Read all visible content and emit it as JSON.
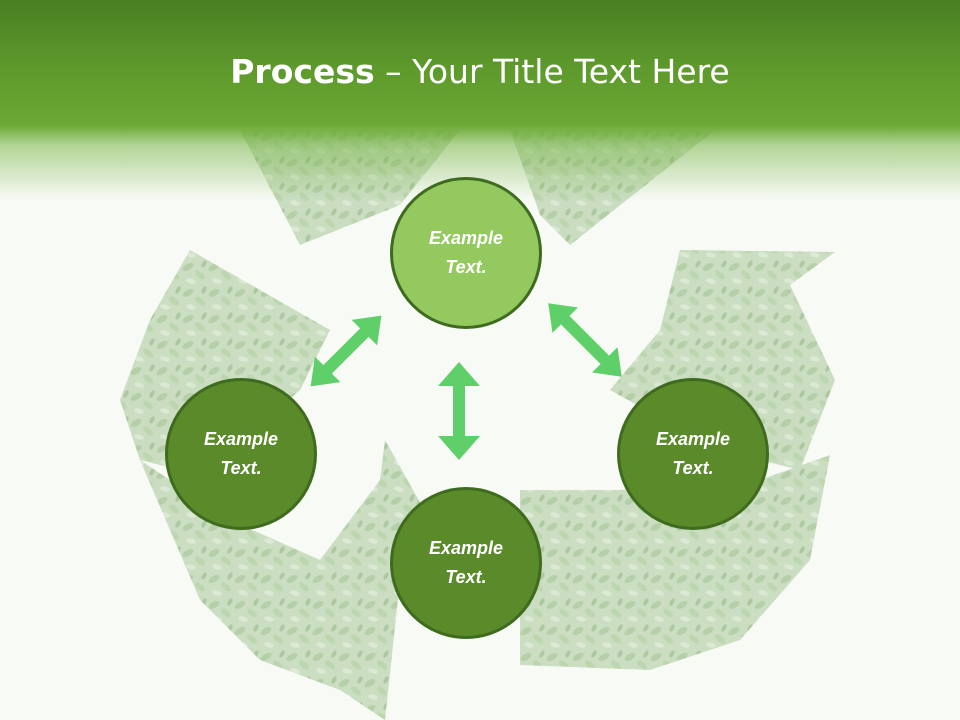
{
  "slide": {
    "title_bold": "Process",
    "title_rest": " – Your Title Text Here"
  },
  "nodes": [
    {
      "id": "top",
      "line1": "Example",
      "line2": "Text."
    },
    {
      "id": "left",
      "line1": "Example",
      "line2": "Text."
    },
    {
      "id": "bottom",
      "line1": "Example",
      "line2": "Text."
    },
    {
      "id": "right",
      "line1": "Example",
      "line2": "Text."
    }
  ],
  "colors": {
    "header_green": "#5e9a2c",
    "node_light": "#93c95f",
    "node_dark": "#5a8a2a",
    "node_border": "#3f6b1f",
    "arrow_green": "#5fcf6a",
    "recycle_leaf": "#b9d3ad"
  },
  "background": {
    "icon": "recycle-symbol-leaf-texture"
  }
}
